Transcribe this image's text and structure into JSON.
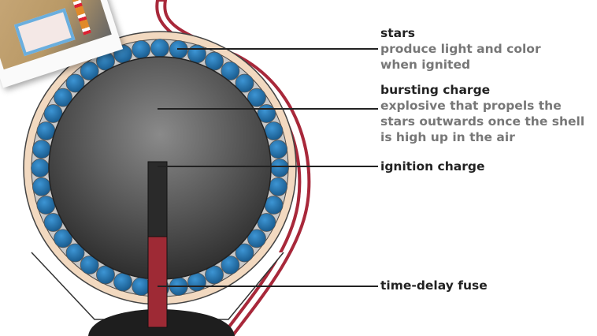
{
  "labels": {
    "stars": {
      "title": "stars",
      "desc": [
        "produce light and color",
        "when ignited"
      ]
    },
    "bursting_charge": {
      "title": "bursting charge",
      "desc": [
        "explosive that propels the",
        "stars outwards once the shell",
        "is high up in the air"
      ]
    },
    "ignition_charge": {
      "title": "ignition charge"
    },
    "time_delay_fuse": {
      "title": "time-delay fuse"
    }
  },
  "colors": {
    "shell": "#f2d9c0",
    "star": "#1f6fa8",
    "burst": "#3a3a3a",
    "fuse_red": "#9e2a35",
    "outline": "#a8283a"
  },
  "star_count": 40
}
